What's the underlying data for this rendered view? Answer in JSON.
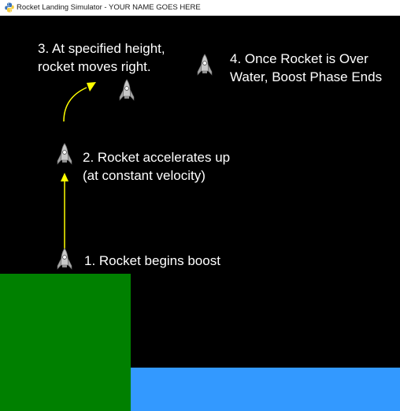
{
  "window": {
    "title": "Rocket Landing Simulator - YOUR NAME GOES HERE",
    "icon": "python-snake-icon"
  },
  "scene": {
    "background_color": "#000000",
    "land_color": "#008000",
    "water_color": "#3399ff",
    "arrow_color": "#ffff00",
    "rocket_body_color": "#c0c0c0",
    "steps": {
      "step1": "1.  Rocket begins boost",
      "step2_line1": "2.  Rocket accelerates up",
      "step2_line2": "(at constant velocity)",
      "step3_line1": "3.  At specified height,",
      "step3_line2": "rocket moves right.",
      "step4_line1": "4.  Once Rocket is Over",
      "step4_line2": "Water, Boost Phase Ends"
    }
  }
}
